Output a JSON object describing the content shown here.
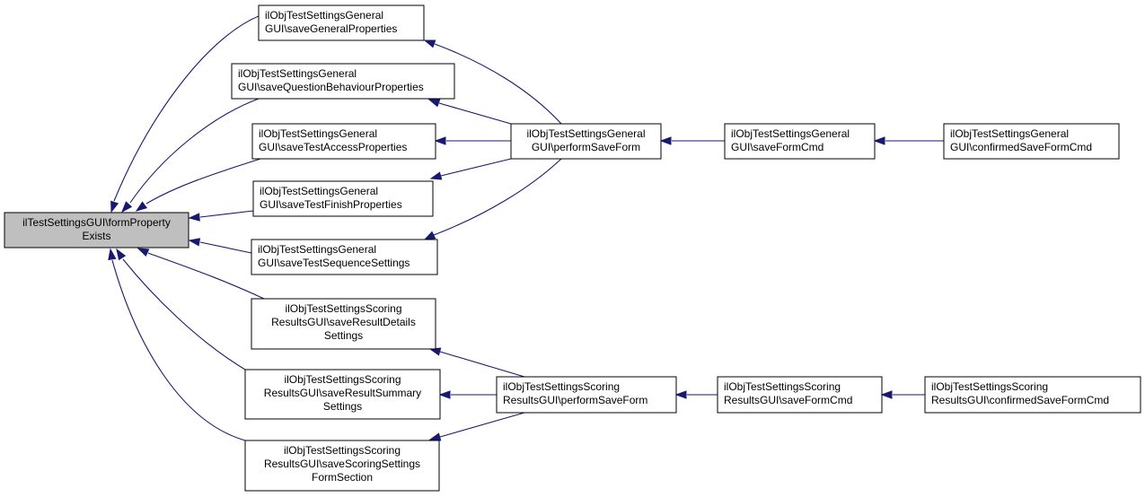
{
  "nodes": {
    "root": [
      "ilTestSettingsGUI\\formProperty",
      "Exists"
    ],
    "g_general": [
      "ilObjTestSettingsGeneral",
      "GUI\\saveGeneralProperties"
    ],
    "g_question": [
      "ilObjTestSettingsGeneral",
      "GUI\\saveQuestionBehaviourProperties"
    ],
    "g_access": [
      "ilObjTestSettingsGeneral",
      "GUI\\saveTestAccessProperties"
    ],
    "g_finish": [
      "ilObjTestSettingsGeneral",
      "GUI\\saveTestFinishProperties"
    ],
    "g_sequence": [
      "ilObjTestSettingsGeneral",
      "GUI\\saveTestSequenceSettings"
    ],
    "g_perform": [
      "ilObjTestSettingsGeneral",
      "GUI\\performSaveForm"
    ],
    "g_savecmd": [
      "ilObjTestSettingsGeneral",
      "GUI\\saveFormCmd"
    ],
    "g_confirmed": [
      "ilObjTestSettingsGeneral",
      "GUI\\confirmedSaveFormCmd"
    ],
    "s_details": [
      "ilObjTestSettingsScoring",
      "ResultsGUI\\saveResultDetails",
      "Settings"
    ],
    "s_summary": [
      "ilObjTestSettingsScoring",
      "ResultsGUI\\saveResultSummary",
      "Settings"
    ],
    "s_scoring": [
      "ilObjTestSettingsScoring",
      "ResultsGUI\\saveScoringSettings",
      "FormSection"
    ],
    "s_perform": [
      "ilObjTestSettingsScoring",
      "ResultsGUI\\performSaveForm"
    ],
    "s_savecmd": [
      "ilObjTestSettingsScoring",
      "ResultsGUI\\saveFormCmd"
    ],
    "s_confirmed": [
      "ilObjTestSettingsScoring",
      "ResultsGUI\\confirmedSaveFormCmd"
    ]
  },
  "edges": [
    [
      "g_general",
      "root"
    ],
    [
      "g_question",
      "root"
    ],
    [
      "g_access",
      "root"
    ],
    [
      "g_finish",
      "root"
    ],
    [
      "g_sequence",
      "root"
    ],
    [
      "s_details",
      "root"
    ],
    [
      "s_summary",
      "root"
    ],
    [
      "s_scoring",
      "root"
    ],
    [
      "g_perform",
      "g_general"
    ],
    [
      "g_perform",
      "g_question"
    ],
    [
      "g_perform",
      "g_access"
    ],
    [
      "g_perform",
      "g_finish"
    ],
    [
      "g_perform",
      "g_sequence"
    ],
    [
      "g_savecmd",
      "g_perform"
    ],
    [
      "g_confirmed",
      "g_savecmd"
    ],
    [
      "s_perform",
      "s_details"
    ],
    [
      "s_perform",
      "s_summary"
    ],
    [
      "s_perform",
      "s_scoring"
    ],
    [
      "s_savecmd",
      "s_perform"
    ],
    [
      "s_confirmed",
      "s_savecmd"
    ]
  ],
  "colors": {
    "edge": "#191970",
    "root_fill": "#bfbfbf",
    "node_fill": "#ffffff",
    "node_stroke": "#000000"
  }
}
